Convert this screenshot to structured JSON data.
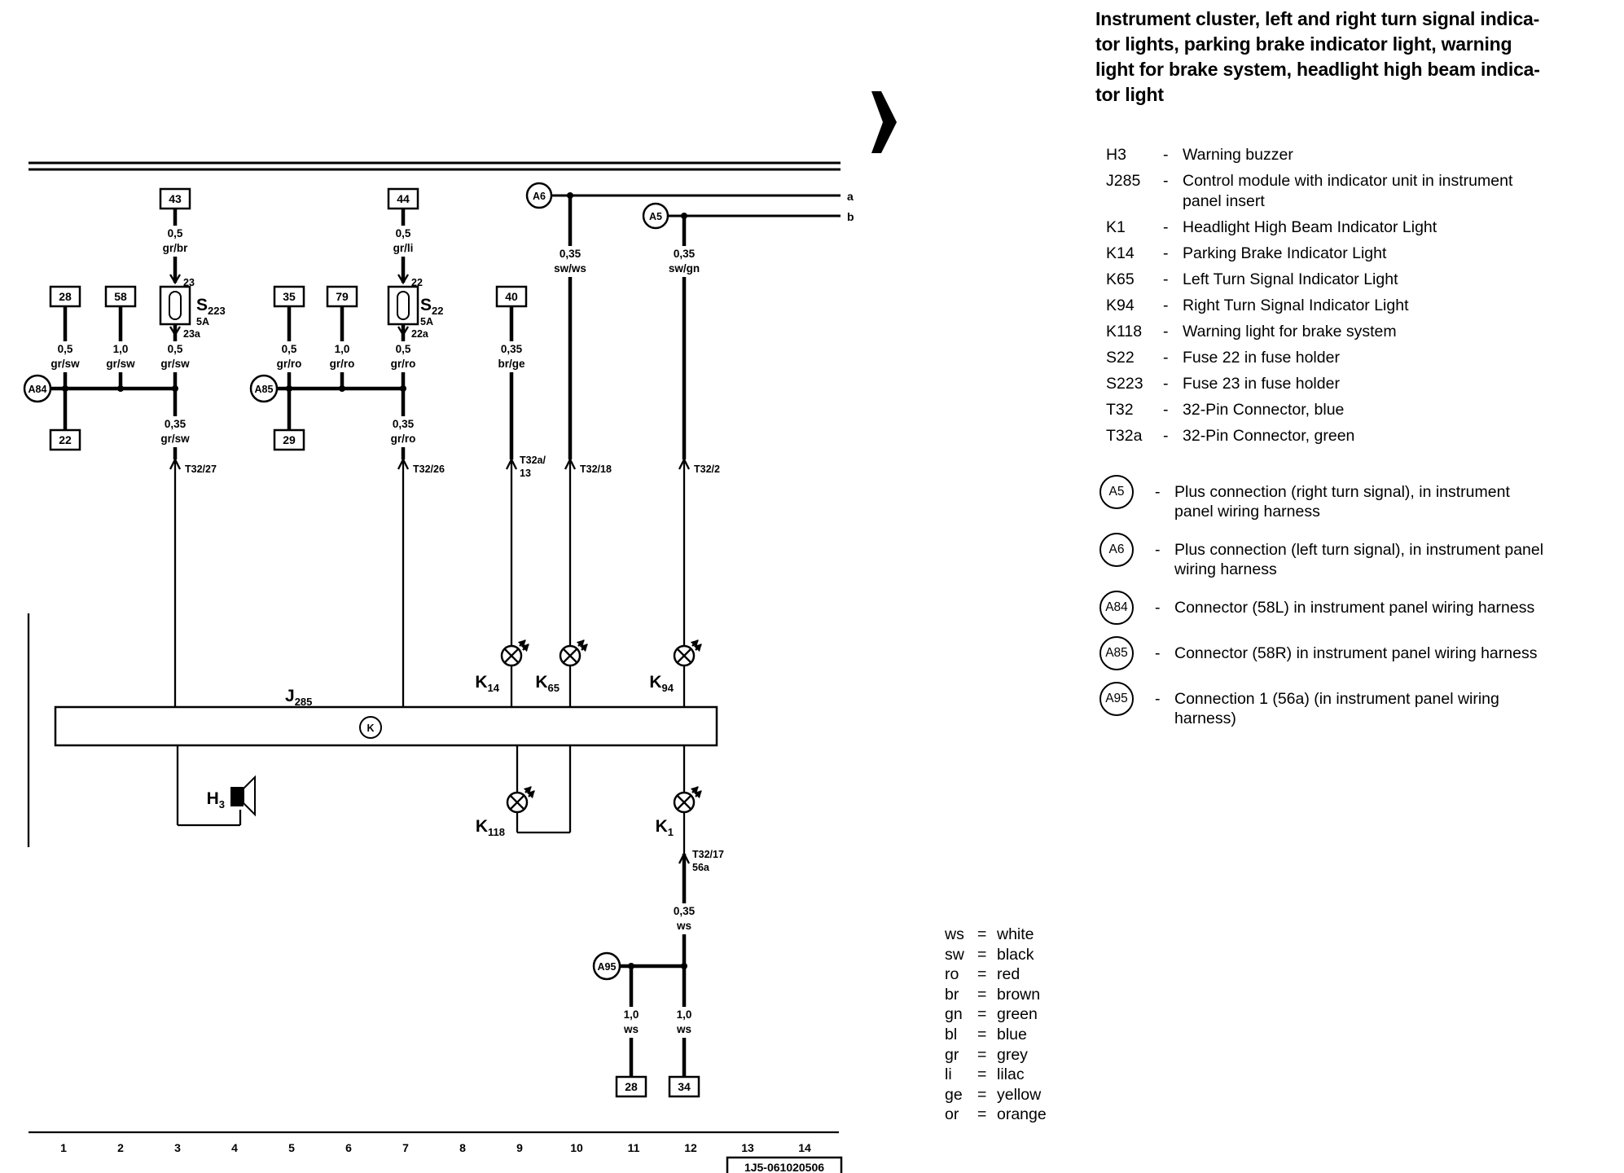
{
  "title": {
    "lines": [
      "Instrument cluster, left and right turn signal indica-",
      "tor lights, parking brake indicator light, warning",
      "light for brake system, headlight high beam indica-",
      "tor light"
    ]
  },
  "legend": {
    "dash": "-",
    "components": [
      {
        "key": "H3",
        "desc": "Warning buzzer"
      },
      {
        "key": "J285",
        "desc": "Control module with indicator unit in instrument panel insert"
      },
      {
        "key": "K1",
        "desc": "Headlight High Beam Indicator Light"
      },
      {
        "key": "K14",
        "desc": "Parking Brake Indicator Light"
      },
      {
        "key": "K65",
        "desc": "Left Turn Signal Indicator Light"
      },
      {
        "key": "K94",
        "desc": "Right Turn Signal Indicator Light"
      },
      {
        "key": "K118",
        "desc": "Warning light for brake system"
      },
      {
        "key": "S22",
        "desc": "Fuse 22 in fuse holder"
      },
      {
        "key": "S223",
        "desc": "Fuse 23 in fuse holder"
      },
      {
        "key": "T32",
        "desc": "32-Pin Connector, blue"
      },
      {
        "key": "T32a",
        "desc": "32-Pin Connector, green"
      }
    ],
    "connections": [
      {
        "key": "A5",
        "desc": "Plus connection (right turn signal), in instrument panel wiring harness"
      },
      {
        "key": "A6",
        "desc": "Plus connection (left turn signal), in instrument panel wiring harness"
      },
      {
        "key": "A84",
        "desc": "Connector (58L) in instrument panel wiring harness"
      },
      {
        "key": "A85",
        "desc": "Connector (58R) in instrument panel wiring harness"
      },
      {
        "key": "A95",
        "desc": "Connection 1 (56a) (in instrument panel wiring harness)"
      }
    ]
  },
  "colors": {
    "eq": "=",
    "items": [
      {
        "abbr": "ws",
        "name": "white"
      },
      {
        "abbr": "sw",
        "name": "black"
      },
      {
        "abbr": "ro",
        "name": "red"
      },
      {
        "abbr": "br",
        "name": "brown"
      },
      {
        "abbr": "gn",
        "name": "green"
      },
      {
        "abbr": "bl",
        "name": "blue"
      },
      {
        "abbr": "gr",
        "name": "grey"
      },
      {
        "abbr": "li",
        "name": "lilac"
      },
      {
        "abbr": "ge",
        "name": "yellow"
      },
      {
        "abbr": "or",
        "name": "orange"
      }
    ]
  },
  "diagram": {
    "bus": {
      "a": "a",
      "b": "b"
    },
    "terminals": {
      "t43": "43",
      "t44": "44",
      "t28": "28",
      "t58": "58",
      "t35": "35",
      "t79": "79",
      "t40": "40",
      "t22": "22",
      "t29": "29",
      "t28_bottom": "28",
      "t34": "34"
    },
    "wires": {
      "grbr": {
        "size": "0,5",
        "color": "gr/br"
      },
      "grli": {
        "size": "0,5",
        "color": "gr/li"
      },
      "swws": {
        "size": "0,35",
        "color": "sw/ws"
      },
      "swgn": {
        "size": "0,35",
        "color": "sw/gn"
      },
      "grsw_05": {
        "size": "0,5",
        "color": "gr/sw"
      },
      "grsw_10": {
        "size": "1,0",
        "color": "gr/sw"
      },
      "grsw_05b": {
        "size": "0,5",
        "color": "gr/sw"
      },
      "grro_05": {
        "size": "0,5",
        "color": "gr/ro"
      },
      "grro_10": {
        "size": "1,0",
        "color": "gr/ro"
      },
      "grro_05b": {
        "size": "0,5",
        "color": "gr/ro"
      },
      "brge": {
        "size": "0,35",
        "color": "br/ge"
      },
      "grsw_035": {
        "size": "0,35",
        "color": "gr/sw"
      },
      "grro_035": {
        "size": "0,35",
        "color": "gr/ro"
      },
      "ws_035": {
        "size": "0,35",
        "color": "ws"
      },
      "ws_10a": {
        "size": "1,0",
        "color": "ws"
      },
      "ws_10b": {
        "size": "1,0",
        "color": "ws"
      }
    },
    "pins": {
      "f23": "23",
      "f23a": "23a",
      "f22": "22",
      "f22a": "22a",
      "t32_27": "T32/27",
      "t32_26": "T32/26",
      "t32a_13_line1": "T32a/",
      "t32a_13_line2": "13",
      "t32_18": "T32/18",
      "t32_2": "T32/2",
      "t32_17": "T32/17",
      "c56a": "56a"
    },
    "components": {
      "s223": {
        "prefix": "S",
        "sub": "223",
        "rating": "5A"
      },
      "s22": {
        "prefix": "S",
        "sub": "22",
        "rating": "5A"
      },
      "j285": {
        "prefix": "J",
        "sub": "285",
        "inner": "K"
      },
      "h3": {
        "prefix": "H",
        "sub": "3"
      },
      "k14": {
        "prefix": "K",
        "sub": "14"
      },
      "k65": {
        "prefix": "K",
        "sub": "65"
      },
      "k94": {
        "prefix": "K",
        "sub": "94"
      },
      "k118": {
        "prefix": "K",
        "sub": "118"
      },
      "k1": {
        "prefix": "K",
        "sub": "1"
      }
    },
    "connectors": {
      "a6": "A6",
      "a5": "A5",
      "a84": "A84",
      "a85": "A85",
      "a95": "A95"
    }
  },
  "footer": {
    "tracks": [
      "1",
      "2",
      "3",
      "4",
      "5",
      "6",
      "7",
      "8",
      "9",
      "10",
      "11",
      "12",
      "13",
      "14"
    ],
    "diagram_id": "1J5-061020506"
  }
}
